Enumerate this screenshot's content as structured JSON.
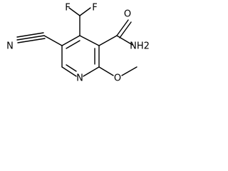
{
  "molecule": {
    "labels": {
      "nitrile_n": "N",
      "fluorine_left": "F",
      "fluorine_right": "F",
      "carbonyl_o": "O",
      "amide_nh2": "NH2",
      "ring_n": "N",
      "methoxy_o": "O"
    }
  }
}
